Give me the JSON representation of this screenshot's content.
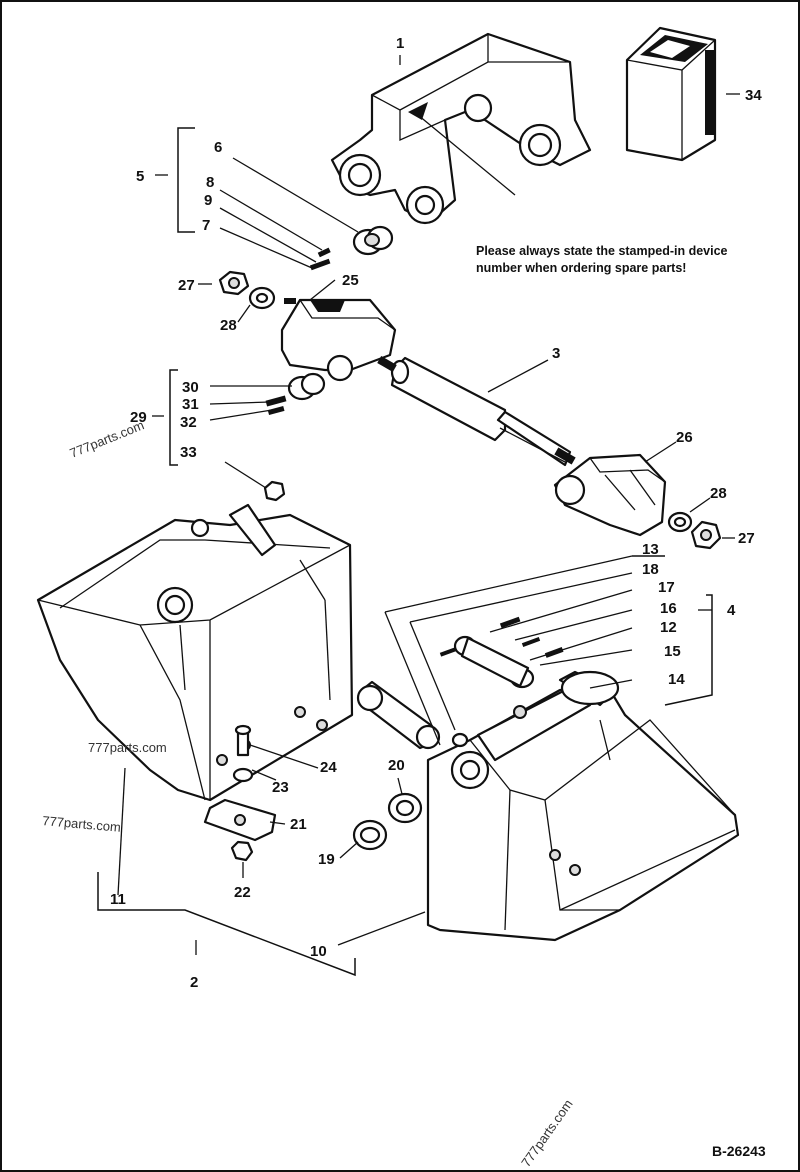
{
  "note": {
    "line1": "Please always state the stamped-in device",
    "line2": "number when ordering spare parts!"
  },
  "reference": "B-26243",
  "watermarks": [
    "777parts.com",
    "777parts.com",
    "777parts.com",
    "777parts.com"
  ],
  "callouts": {
    "c1": "1",
    "c2": "2",
    "c3": "3",
    "c4": "4",
    "c5": "5",
    "c6": "6",
    "c7": "7",
    "c8": "8",
    "c9": "9",
    "c10": "10",
    "c11": "11",
    "c12": "12",
    "c13": "13",
    "c14": "14",
    "c15": "15",
    "c16": "16",
    "c17": "17",
    "c18": "18",
    "c19": "19",
    "c20": "20",
    "c21": "21",
    "c22": "22",
    "c23": "23",
    "c24": "24",
    "c25": "25",
    "c26": "26",
    "c27a": "27",
    "c27b": "27",
    "c28a": "28",
    "c28b": "28",
    "c29": "29",
    "c30": "30",
    "c31": "31",
    "c32": "32",
    "c33": "33",
    "c34": "34"
  }
}
